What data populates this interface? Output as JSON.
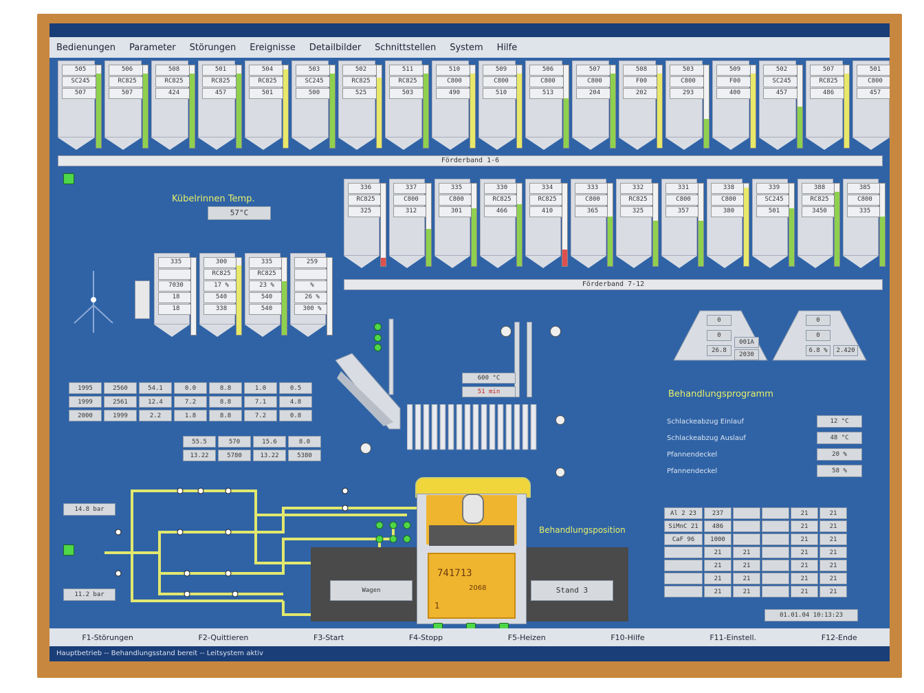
{
  "menu": [
    "Bedienungen",
    "Parameter",
    "Störungen",
    "Ereignisse",
    "Detailbilder",
    "Schnittstellen",
    "System",
    "Hilfe"
  ],
  "row1": {
    "conveyor_label": "Förderband 1-6",
    "silos": [
      {
        "id": "505",
        "code": "SC245",
        "val": "507",
        "fill": 0.9,
        "color": "#8fd14f"
      },
      {
        "id": "506",
        "code": "RC825",
        "val": "507",
        "fill": 0.9,
        "color": "#8fd14f"
      },
      {
        "id": "508",
        "code": "RC825",
        "val": "424",
        "fill": 0.9,
        "color": "#8fd14f"
      },
      {
        "id": "501",
        "code": "RC825",
        "val": "457",
        "fill": 0.9,
        "color": "#8fd14f"
      },
      {
        "id": "504",
        "code": "RC825",
        "val": "501",
        "fill": 0.95,
        "color": "#e8e86a"
      },
      {
        "id": "503",
        "code": "SC245",
        "val": "500",
        "fill": 0.9,
        "color": "#8fd14f"
      },
      {
        "id": "502",
        "code": "RC825",
        "val": "525",
        "fill": 0.85,
        "color": "#e8e86a"
      },
      {
        "id": "511",
        "code": "RC825",
        "val": "503",
        "fill": 0.9,
        "color": "#8fd14f"
      },
      {
        "id": "510",
        "code": "C800",
        "val": "490",
        "fill": 0.9,
        "color": "#e8e86a"
      },
      {
        "id": "509",
        "code": "C800",
        "val": "510",
        "fill": 0.9,
        "color": "#e8e86a"
      },
      {
        "id": "506",
        "code": "C800",
        "val": "513",
        "fill": 0.6,
        "color": "#8fd14f"
      },
      {
        "id": "507",
        "code": "C800",
        "val": "204",
        "fill": 0.9,
        "color": "#8fd14f"
      },
      {
        "id": "508",
        "code": "F00",
        "val": "202",
        "fill": 0.9,
        "color": "#e8e86a"
      },
      {
        "id": "503",
        "code": "C800",
        "val": "293",
        "fill": 0.35,
        "color": "#8fd14f"
      },
      {
        "id": "509",
        "code": "F00",
        "val": "400",
        "fill": 0.9,
        "color": "#e8e86a"
      },
      {
        "id": "502",
        "code": "SC245",
        "val": "457",
        "fill": 0.5,
        "color": "#8fd14f"
      },
      {
        "id": "507",
        "code": "RC825",
        "val": "486",
        "fill": 0.9,
        "color": "#e8e86a"
      },
      {
        "id": "501",
        "code": "C800",
        "val": "457",
        "fill": 0.2,
        "color": "#8fd14f"
      }
    ]
  },
  "row2": {
    "conveyor_label": "Förderband 7-12",
    "silos": [
      {
        "id": "336",
        "code": "RC825",
        "val": "325",
        "fill": 0.1,
        "color": "#e05050"
      },
      {
        "id": "337",
        "code": "C800",
        "val": "312",
        "fill": 0.45,
        "color": "#8fd14f"
      },
      {
        "id": "335",
        "code": "C800",
        "val": "301",
        "fill": 0.7,
        "color": "#8fd14f"
      },
      {
        "id": "330",
        "code": "RC825",
        "val": "466",
        "fill": 0.75,
        "color": "#8fd14f"
      },
      {
        "id": "334",
        "code": "RC825",
        "val": "410",
        "fill": 0.2,
        "color": "#e05050"
      },
      {
        "id": "333",
        "code": "C800",
        "val": "365",
        "fill": 0.6,
        "color": "#8fd14f"
      },
      {
        "id": "332",
        "code": "RC825",
        "val": "325",
        "fill": 0.55,
        "color": "#8fd14f"
      },
      {
        "id": "331",
        "code": "C800",
        "val": "357",
        "fill": 0.55,
        "color": "#8fd14f"
      },
      {
        "id": "338",
        "code": "C800",
        "val": "380",
        "fill": 0.95,
        "color": "#e8e86a"
      },
      {
        "id": "339",
        "code": "SC245",
        "val": "501",
        "fill": 0.7,
        "color": "#8fd14f"
      },
      {
        "id": "388",
        "code": "RC825",
        "val": "3450",
        "fill": 0.9,
        "color": "#8fd14f"
      },
      {
        "id": "385",
        "code": "C800",
        "val": "335",
        "fill": 0.6,
        "color": "#8fd14f"
      }
    ]
  },
  "temp": {
    "label": "Kübelrinnen Temp.",
    "value": "57°C"
  },
  "small_silos": [
    {
      "id": "335",
      "code": "",
      "cells": [
        "7030",
        "18",
        "18"
      ],
      "fill": 0.0,
      "color": "#8fd14f"
    },
    {
      "id": "300",
      "code": "RC825",
      "cells": [
        "17 %",
        "540",
        "338"
      ],
      "fill": 0.9,
      "color": "#e8e86a"
    },
    {
      "id": "335",
      "code": "RC825",
      "cells": [
        "23 %",
        "540",
        "540"
      ],
      "fill": 0.7,
      "color": "#8fd14f"
    },
    {
      "id": "259",
      "code": "",
      "cells": [
        "%",
        "26 %",
        "300 %"
      ],
      "fill": 0.0,
      "color": "#8fd14f"
    }
  ],
  "left_table": {
    "rows": [
      [
        "1995",
        "2560",
        "54.1",
        "0.0",
        "8.8",
        "1.0",
        "0.5"
      ],
      [
        "1999",
        "2561",
        "12.4",
        "7.2",
        "8.8",
        "7.1",
        "4.8"
      ],
      [
        "2000",
        "1999",
        "2.2",
        "1.8",
        "8.8",
        "7.2",
        "0.8"
      ]
    ],
    "sub_rows": [
      [
        "55.5",
        "570",
        "15.6",
        "8.0"
      ],
      [
        "13.22",
        "5780",
        "13.22",
        "5380"
      ]
    ]
  },
  "pressure": {
    "top": "14.8 bar",
    "bottom": "11.2 bar"
  },
  "temp_boxes": {
    "a": "600 °C",
    "b": "51 min"
  },
  "behandlung": {
    "title": "Behandlungsprogramm",
    "rows": [
      {
        "label": "Schlackeabzug Einlauf",
        "value": "12 °C"
      },
      {
        "label": "Schlackeabzug Auslauf",
        "value": "48 °C"
      },
      {
        "label": "Pfannendeckel",
        "value": "20 %"
      },
      {
        "label": "Pfannendeckel",
        "value": "58 %"
      }
    ]
  },
  "position_label": "Behandlungsposition",
  "right_table": {
    "headers": [
      "",
      "",
      "",
      "",
      "",
      ""
    ],
    "rows": [
      [
        "Al 2 23",
        "237",
        "",
        "",
        "21",
        "21"
      ],
      [
        "SiMnC 21",
        "486",
        "",
        "",
        "21",
        "21"
      ],
      [
        "CaF 96",
        "1000",
        "",
        "",
        "21",
        "21"
      ],
      [
        "",
        "21",
        "21",
        "",
        "21",
        "21"
      ],
      [
        "",
        "21",
        "21",
        "",
        "21",
        "21"
      ],
      [
        "",
        "21",
        "21",
        "",
        "21",
        "21"
      ],
      [
        "",
        "21",
        "21",
        "",
        "21",
        "21"
      ]
    ]
  },
  "hopper_left": {
    "cells": [
      "0",
      "0",
      "26.8",
      "001A",
      "2030"
    ]
  },
  "hopper_right": {
    "cells": [
      "0",
      "0",
      "6.8 %",
      "2.420"
    ]
  },
  "ladle": {
    "number": "741713",
    "sub": "2068",
    "mark": "1"
  },
  "car_left": "Wagen",
  "car_right": "Stand 3",
  "datetime": "01.01.04 10:13:23",
  "fkeys": [
    "F1-Störungen",
    "F2-Quittieren",
    "F3-Start",
    "F4-Stopp",
    "F5-Heizen",
    "F10-Hilfe",
    "F11-Einstell.",
    "F12-Ende"
  ],
  "status": "Hauptbetrieb  --  Behandlungsstand bereit  --  Leitsystem aktiv"
}
